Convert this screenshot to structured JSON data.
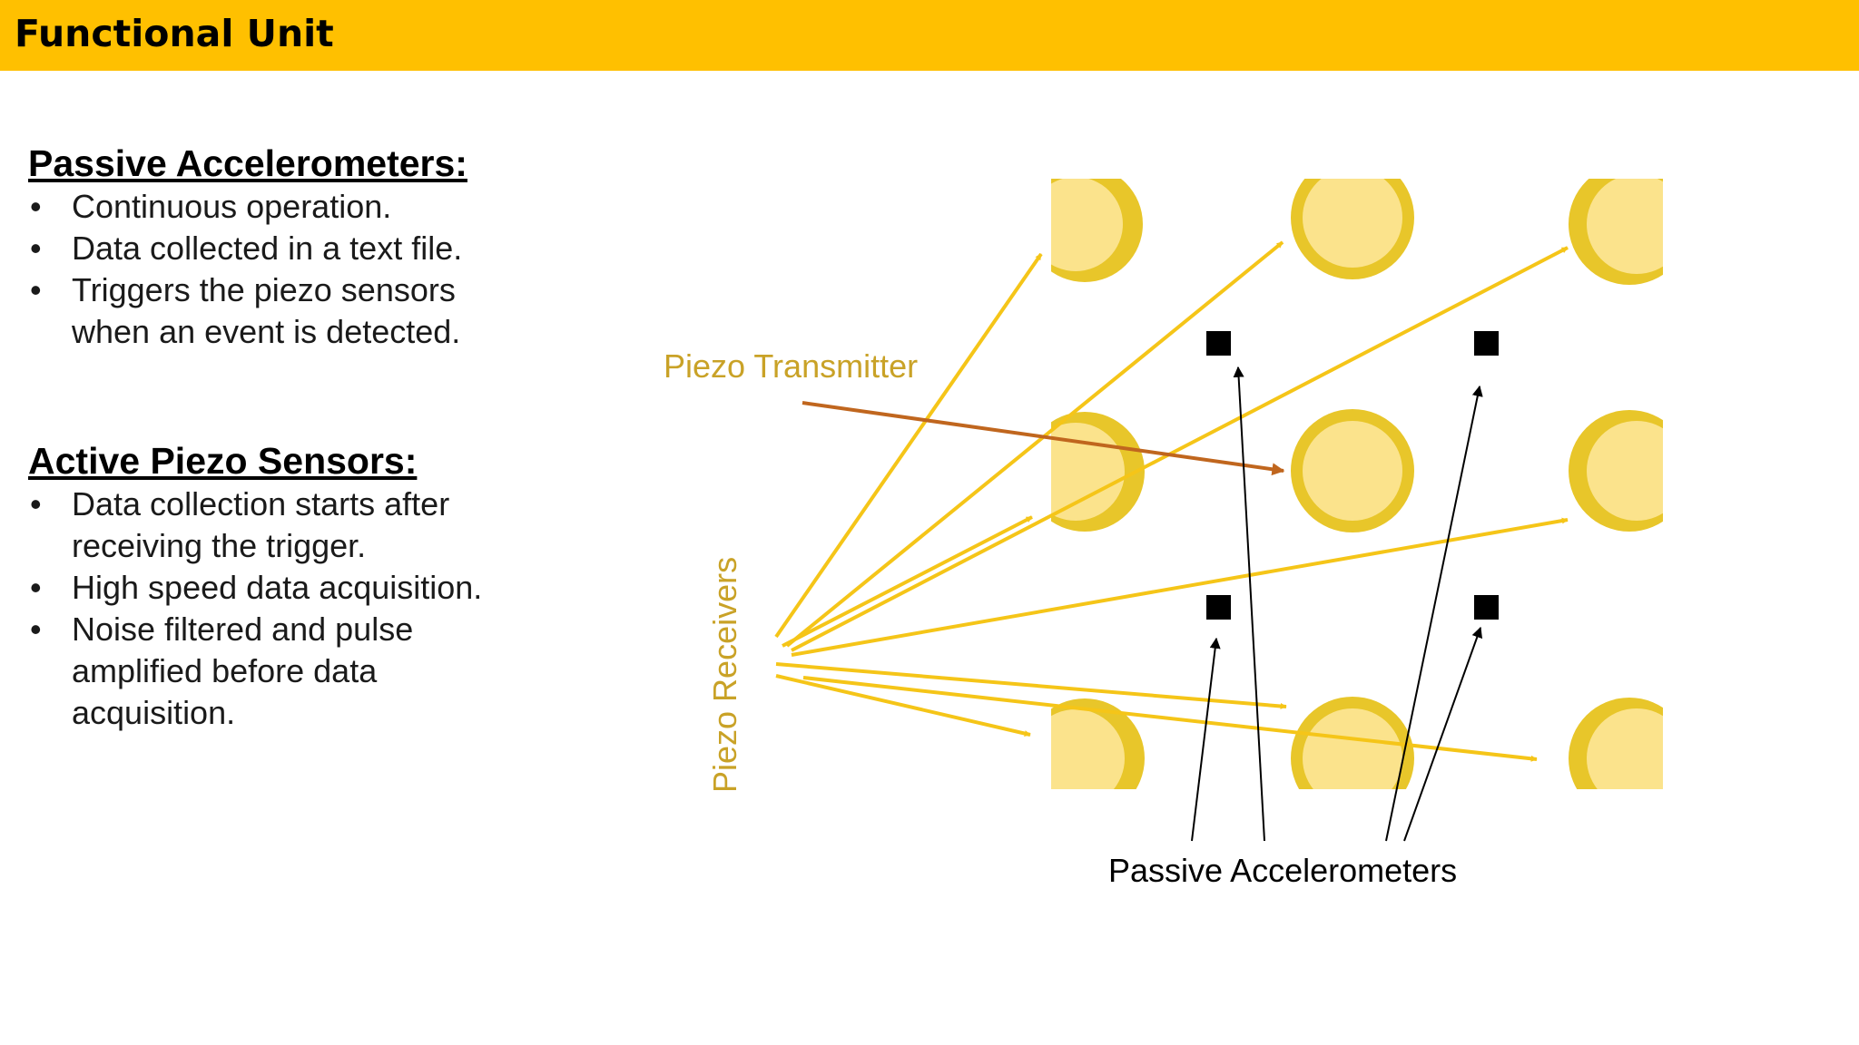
{
  "header": {
    "title": "Functional Unit"
  },
  "passive": {
    "heading": "Passive Accelerometers:",
    "bullets": [
      "Continuous operation.",
      "Data collected in a text file.",
      "Triggers the piezo sensors when an event is detected."
    ]
  },
  "active": {
    "heading": "Active Piezo Sensors:",
    "bullets": [
      "Data collection starts after receiving the trigger.",
      "High speed data acquisition.",
      "Noise filtered and pulse amplified before data acquisition."
    ]
  },
  "diagram": {
    "transmitter_label": "Piezo Transmitter",
    "receivers_label": "Piezo Receivers",
    "accelerometers_label": "Passive Accelerometers",
    "bullet_glyph": "•"
  },
  "colors": {
    "header_bar": "#FFC000",
    "piezo_ring": "#E8C62A",
    "piezo_fill": "#FBE38C",
    "receiver_arrow": "#F5C518",
    "transmitter_arrow": "#C0661E",
    "label_gold": "#C9A227",
    "accelerometer": "#000000"
  }
}
